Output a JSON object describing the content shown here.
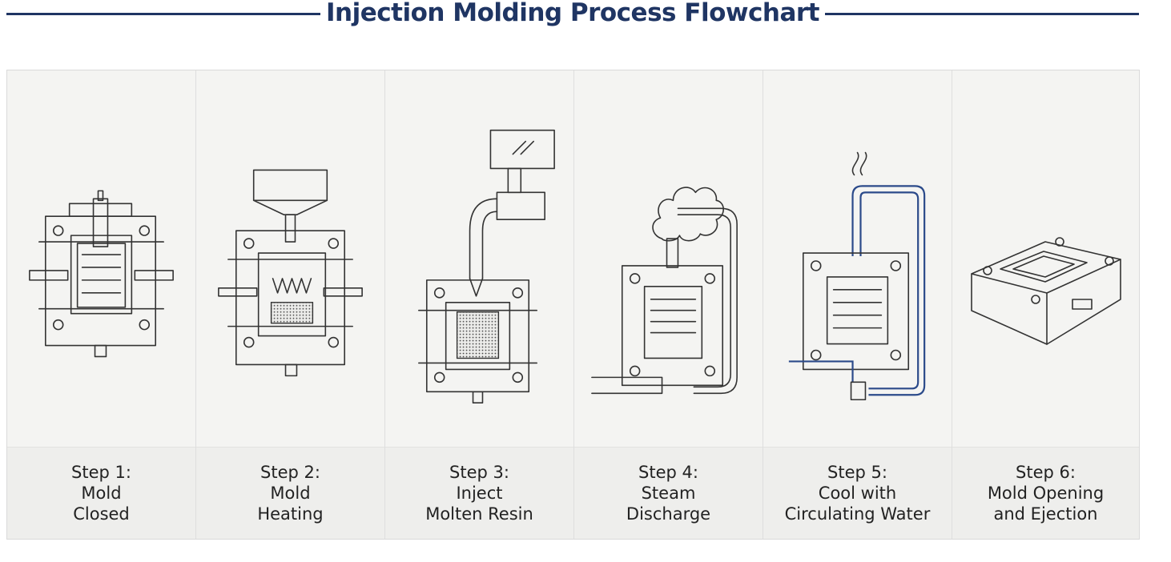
{
  "title": "Injection Molding Process Flowchart",
  "steps": [
    {
      "line1": "Step 1:",
      "line2": "Mold",
      "line3": "Closed",
      "icon": "mold-closed-icon"
    },
    {
      "line1": "Step 2:",
      "line2": "Mold",
      "line3": "Heating",
      "icon": "mold-heating-icon"
    },
    {
      "line1": "Step 3:",
      "line2": "Inject",
      "line3": "Molten Resin",
      "icon": "inject-resin-icon"
    },
    {
      "line1": "Step 4:",
      "line2": "Steam",
      "line3": "Discharge",
      "icon": "steam-discharge-icon"
    },
    {
      "line1": "Step 5:",
      "line2": "Cool with",
      "line3": "Circulating Water",
      "icon": "cooling-water-icon"
    },
    {
      "line1": "Step 6:",
      "line2": "Mold Opening",
      "line3": "and Ejection",
      "icon": "mold-ejection-icon"
    }
  ],
  "colors": {
    "title": "#1f3563",
    "pipe": "#2b4a8a",
    "line": "#333333"
  }
}
